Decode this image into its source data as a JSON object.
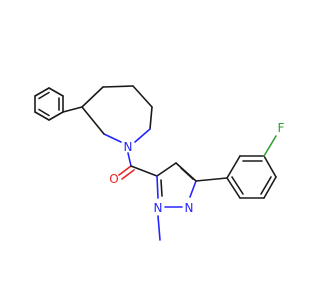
{
  "molecule": {
    "atom_labels": {
      "azepane_n": "N",
      "carbonyl_o": "O",
      "pyrazole_n1": "N",
      "pyrazole_n2": "N",
      "fluorine": "F"
    },
    "colors": {
      "carbon_bond": "#1a1a1a",
      "nitrogen": "#2424ff",
      "oxygen": "#ee2424",
      "fluorine": "#2fa02f",
      "background": "#ffffff"
    }
  }
}
